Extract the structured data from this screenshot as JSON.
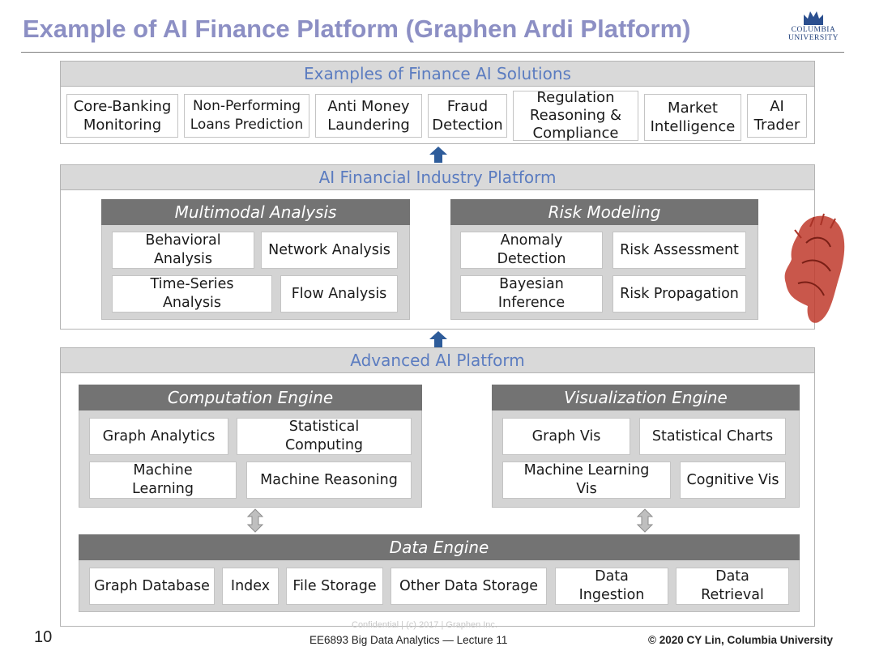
{
  "slide": {
    "title": "Example of AI Finance Platform (Graphen Ardi Platform)",
    "logo": {
      "line1": "COLUMBIA",
      "line2": "UNIVERSITY",
      "icon": "crown-icon"
    },
    "page_number": "10",
    "course": "EE6893 Big Data Analytics — Lecture 11",
    "copyright": "© 2020 CY Lin, Columbia University",
    "faint_text": "Confidential | (c) 2017 | Graphen Inc."
  },
  "solutions": {
    "header": "Examples of Finance AI Solutions",
    "items": [
      "Core-Banking\nMonitoring",
      "Non-Performing\nLoans Prediction",
      "Anti Money\nLaundering",
      "Fraud\nDetection",
      "Regulation\nReasoning &\nCompliance",
      "Market\nIntelligence",
      "AI\nTrader"
    ]
  },
  "industry": {
    "header": "AI Financial Industry Platform",
    "multimodal": {
      "header": "Multimodal Analysis",
      "items": [
        "Behavioral\nAnalysis",
        "Network Analysis",
        "Time-Series\nAnalysis",
        "Flow Analysis"
      ]
    },
    "risk": {
      "header": "Risk Modeling",
      "items": [
        "Anomaly\nDetection",
        "Risk Assessment",
        "Bayesian\nInference",
        "Risk Propagation"
      ]
    }
  },
  "advanced": {
    "header": "Advanced AI Platform",
    "computation": {
      "header": "Computation Engine",
      "items": [
        "Graph Analytics",
        "Statistical\nComputing",
        "Machine\nLearning",
        "Machine Reasoning"
      ]
    },
    "visualization": {
      "header": "Visualization Engine",
      "items": [
        "Graph Vis",
        "Statistical Charts",
        "Machine Learning\nVis",
        "Cognitive Vis"
      ]
    },
    "data_engine": {
      "header": "Data Engine",
      "items": [
        "Graph Database",
        "Index",
        "File Storage",
        "Other Data Storage",
        "Data\nIngestion",
        "Data\nRetrieval"
      ]
    }
  },
  "colors": {
    "title": "#8c8fc4",
    "section_header_text": "#5b7cc0",
    "group_header_bg": "#737373",
    "arrow": "#2e5c9a",
    "updown_arrow": "#bfbfbf",
    "brain": "#c0392b"
  }
}
